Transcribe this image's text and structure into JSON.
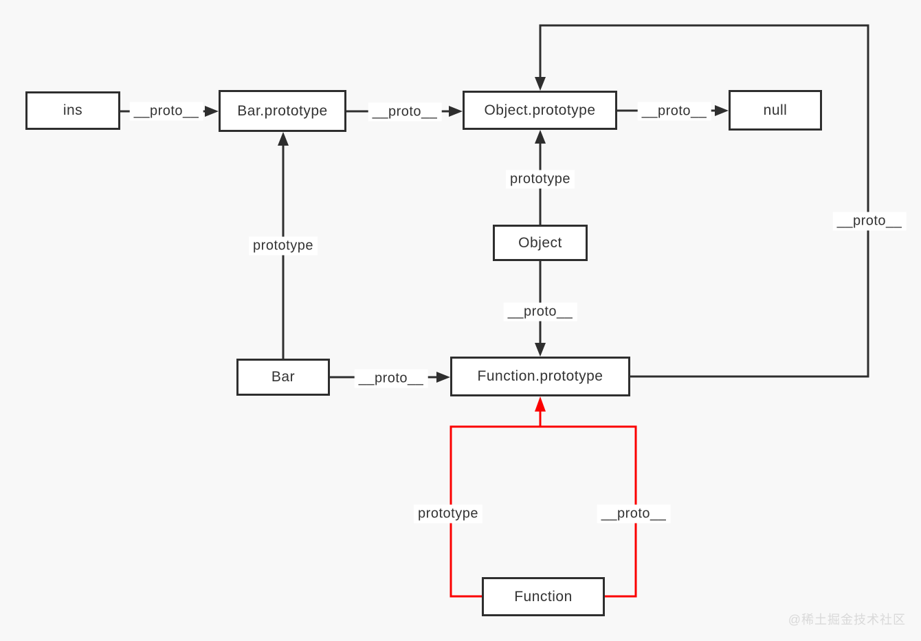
{
  "colors": {
    "bg": "#f8f8f8",
    "line": "#2e2e2e",
    "red": "#fb0000",
    "box-bg": "#ffffff",
    "text": "#333333",
    "watermark": "#d9d9d9"
  },
  "nodes": {
    "ins": {
      "label": "ins"
    },
    "bar_prototype": {
      "label": "Bar.prototype"
    },
    "object_prototype": {
      "label": "Object.prototype"
    },
    "null_value": {
      "label": "null"
    },
    "object": {
      "label": "Object"
    },
    "bar": {
      "label": "Bar"
    },
    "function_prototype": {
      "label": "Function.prototype"
    },
    "function": {
      "label": "Function"
    }
  },
  "edge_labels": {
    "ins_to_bar_prototype": {
      "label": "__proto__"
    },
    "bar_prototype_to_object_prototype": {
      "label": "__proto__"
    },
    "object_prototype_to_null": {
      "label": "__proto__"
    },
    "function_prototype_loop_to_object_prototype": {
      "label": "__proto__"
    },
    "bar_to_bar_prototype": {
      "label": "prototype"
    },
    "object_to_object_prototype": {
      "label": "prototype"
    },
    "object_to_function_prototype": {
      "label": "__proto__"
    },
    "bar_to_function_prototype": {
      "label": "__proto__"
    },
    "function_to_function_prototype_red": {
      "label": "prototype"
    },
    "function_proto_to_function_prototype_red": {
      "label": "__proto__"
    }
  },
  "watermark": {
    "text": "@稀土掘金技术社区"
  }
}
